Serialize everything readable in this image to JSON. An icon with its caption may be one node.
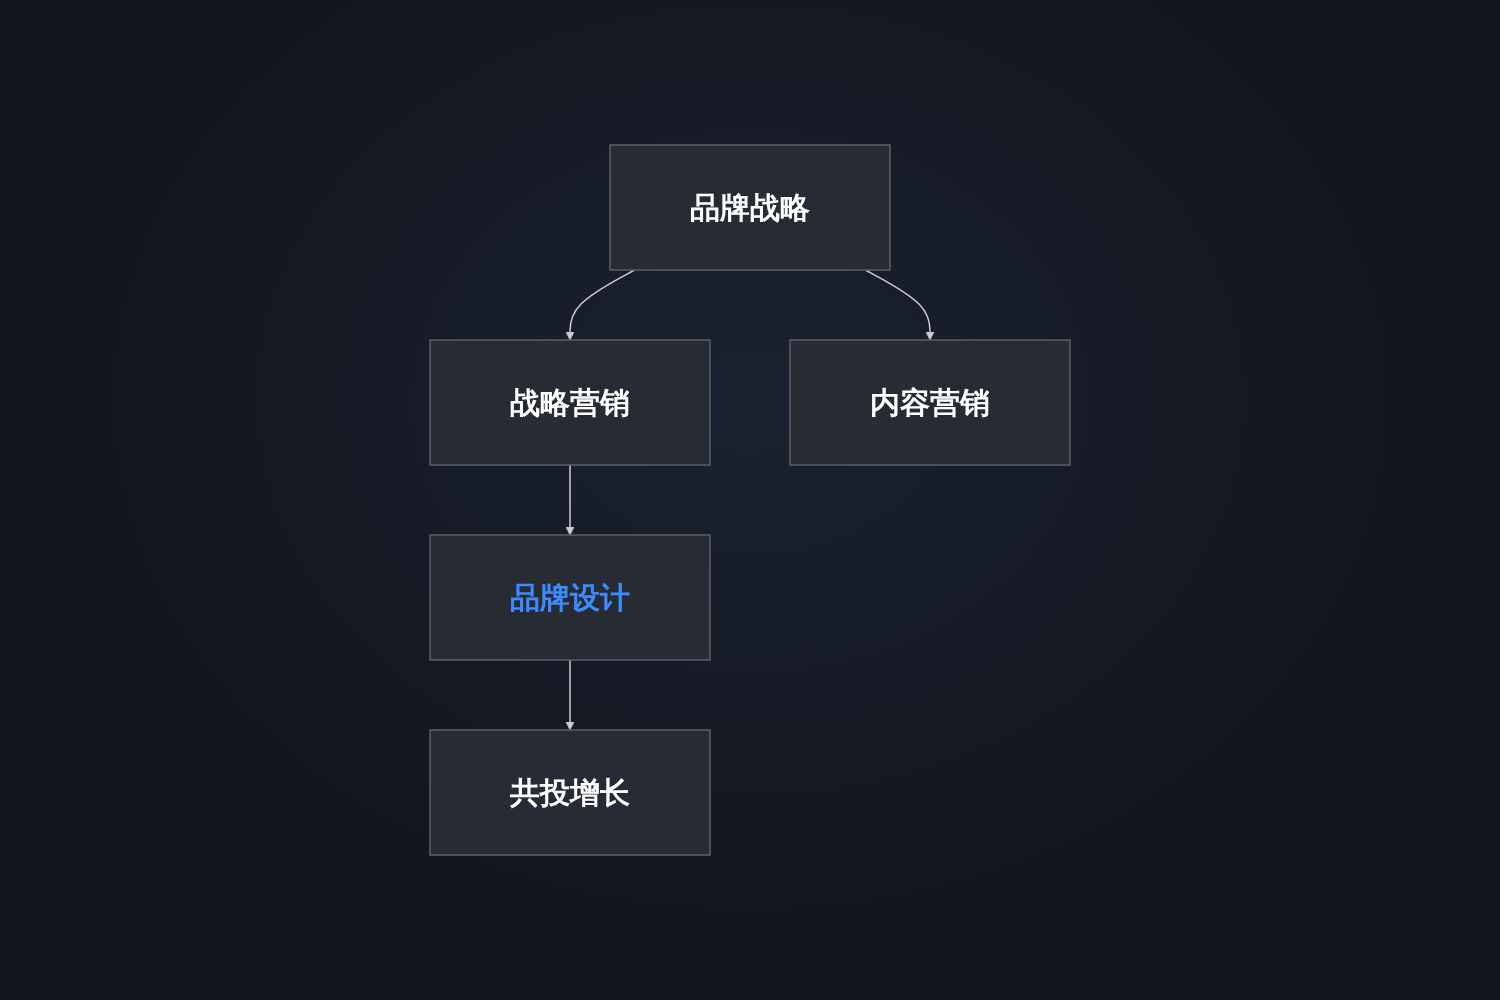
{
  "diagram": {
    "nodes": [
      {
        "text": [
          "战略营销"
        ]
      },
      {
        "text": [
          "品牌战略"
        ]
      },
      {
        "text": [
          "品牌设计"
        ]
      },
      {
        "text": [
          "内容营销"
        ]
      },
      {
        "text": [
          "共投增长"
        ]
      }
    ],
    "edges": [
      {
        "from": 1,
        "to": 0,
        "arrow": "to"
      },
      {
        "from": 0,
        "to": 2,
        "arrow": "to"
      },
      {
        "from": 2,
        "to": 4,
        "arrow": "to"
      },
      {
        "from": 1,
        "to": 3,
        "arrow": "to"
      }
    ]
  }
}
